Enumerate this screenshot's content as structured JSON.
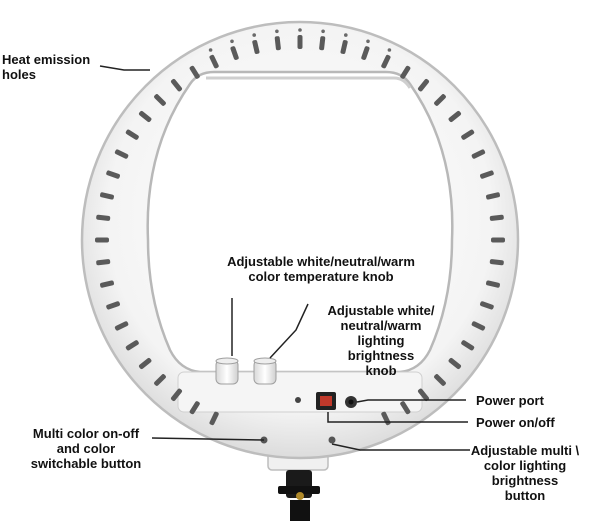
{
  "labels": {
    "heat_holes": "Heat emission\nholes",
    "temp_knob": "Adjustable white/neutral/warm\ncolor temperature knob",
    "brightness_knob": "Adjustable white/\nneutral/warm\nlighting\nbrightness\nknob",
    "power_port": "Power port",
    "power_switch": "Power on/off",
    "multicolor_button": "Multi color on-off\nand color\nswitchable button",
    "multicolor_brightness": "Adjustable multi \\\ncolor lighting\nbrightness\nbutton"
  },
  "colors": {
    "ring_body": "#f3f3f3",
    "ring_edge": "#bdbdbd",
    "vent_slot": "#5a5a5a",
    "leader_line": "#222222",
    "label_text": "#111111",
    "switch_red": "#c0392b",
    "mount_black": "#111111"
  }
}
